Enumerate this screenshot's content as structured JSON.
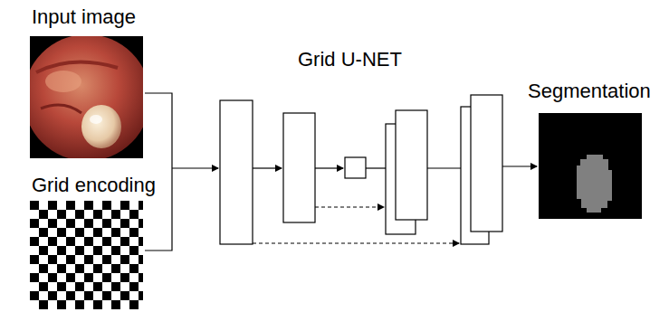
{
  "diagram": {
    "nodes": [
      {
        "text": [
          "Input image"
        ]
      },
      {
        "text": [
          "Grid encoding"
        ]
      },
      {
        "text": [
          "Segmentation"
        ]
      }
    ],
    "labels": [
      "Grid U-NET"
    ]
  }
}
